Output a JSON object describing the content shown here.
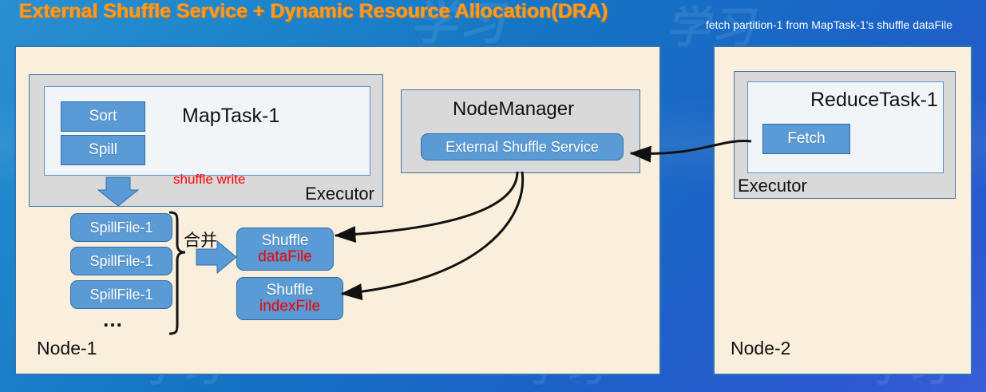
{
  "title": "External Shuffle Service + Dynamic Resource Allocation(DRA)",
  "caption": "fetch partition-1 from MapTask-1's shuffle dataFile",
  "colors": {
    "title_orange": "#FF9A1E",
    "panel_cream": "#FAEFDC",
    "panel_border_blue": "#2E75B6",
    "gray_box": "#D9D9D9",
    "blue_fill": "#5B9BD5",
    "blue_border": "#2E6EA8",
    "red_text": "#FF0000",
    "background_blue": "#1574C4"
  },
  "node1": {
    "label": "Node-1",
    "executor": {
      "label": "Executor",
      "task": {
        "title": "MapTask-1",
        "stages": [
          {
            "label": "Sort"
          },
          {
            "label": "Spill"
          }
        ]
      },
      "annotation": "shuffle write"
    },
    "spill_files": [
      {
        "label": "SpillFile-1"
      },
      {
        "label": "SpillFile-1"
      },
      {
        "label": "SpillFile-1"
      }
    ],
    "spill_ellipsis": "…",
    "merge_label": "合并",
    "shuffle_outputs": [
      {
        "line1": "Shuffle",
        "line2": "dataFile"
      },
      {
        "line1": "Shuffle",
        "line2": "indexFile"
      }
    ],
    "node_manager": {
      "title": "NodeManager",
      "service_label": "External Shuffle Service"
    }
  },
  "node2": {
    "label": "Node-2",
    "executor": {
      "label": "Executor",
      "task": {
        "title": "ReduceTask-1",
        "stages": [
          {
            "label": "Fetch"
          }
        ]
      }
    }
  }
}
